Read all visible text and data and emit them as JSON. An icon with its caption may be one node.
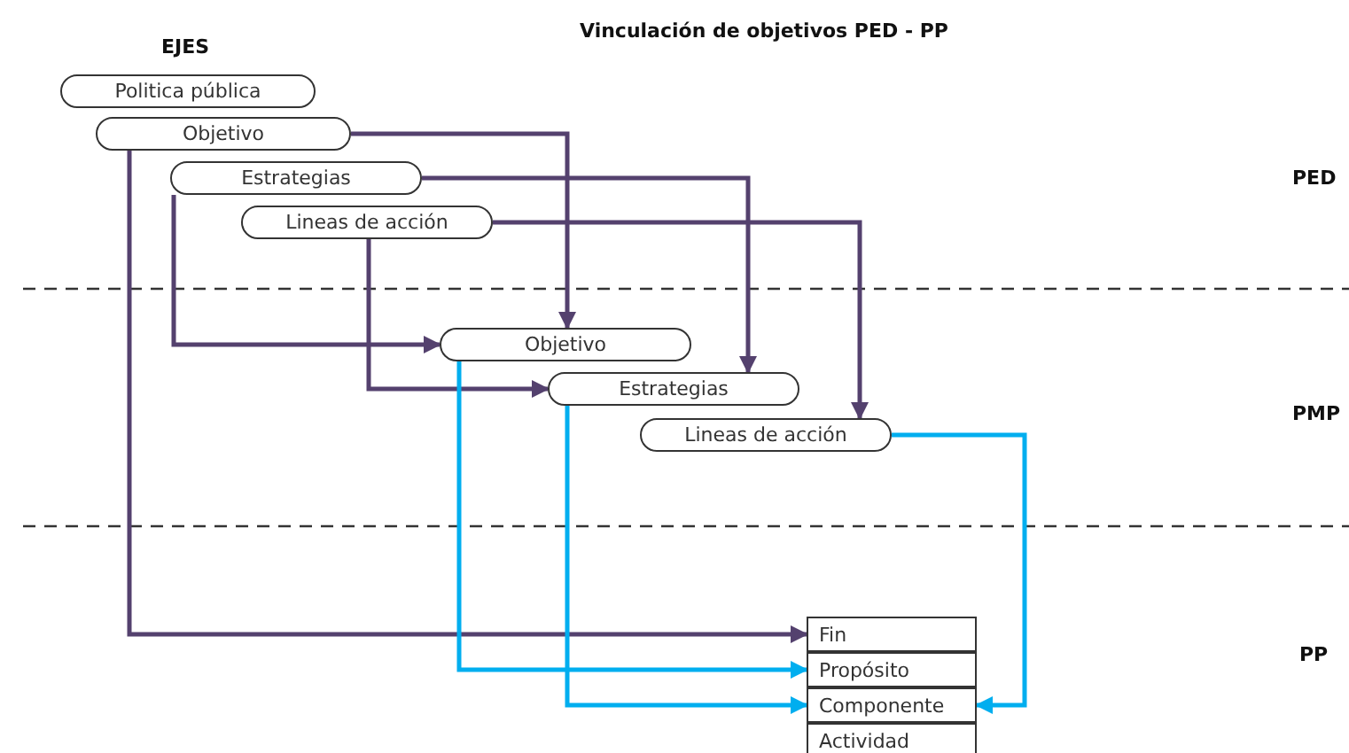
{
  "diagram": {
    "title": "Vinculación de objetivos PED - PP",
    "nodes": [
      {
        "text": [
          "Politica pública"
        ]
      },
      {
        "text": [
          "Objetivo"
        ]
      },
      {
        "text": [
          "Estrategias"
        ]
      },
      {
        "text": [
          "Lineas de acción"
        ]
      },
      {
        "text": [
          "Objetivo"
        ]
      },
      {
        "text": [
          "Estrategias"
        ]
      },
      {
        "text": [
          "Lineas de acción"
        ]
      },
      {
        "text": [
          "Fin"
        ]
      },
      {
        "text": [
          "Propósito"
        ]
      },
      {
        "text": [
          "Componente"
        ]
      },
      {
        "text": [
          "Actividad"
        ]
      }
    ],
    "edges": [
      {
        "from": 1,
        "to": 4,
        "arrow": "to"
      },
      {
        "from": 2,
        "to": 5,
        "arrow": "to"
      },
      {
        "from": 3,
        "to": 6,
        "arrow": "to"
      },
      {
        "from": 2,
        "to": 4,
        "arrow": "to"
      },
      {
        "from": 3,
        "to": 5,
        "arrow": "to"
      },
      {
        "from": 1,
        "to": 7,
        "arrow": "to"
      },
      {
        "from": 4,
        "to": 8,
        "arrow": "to",
        "color": "#00aeef"
      },
      {
        "from": 5,
        "to": 9,
        "arrow": "to",
        "color": "#00aeef"
      },
      {
        "from": 6,
        "to": 9,
        "arrow": "to",
        "color": "#00aeef"
      }
    ],
    "labels": [
      "EJES",
      "PED",
      "PMP",
      "PP"
    ]
  }
}
